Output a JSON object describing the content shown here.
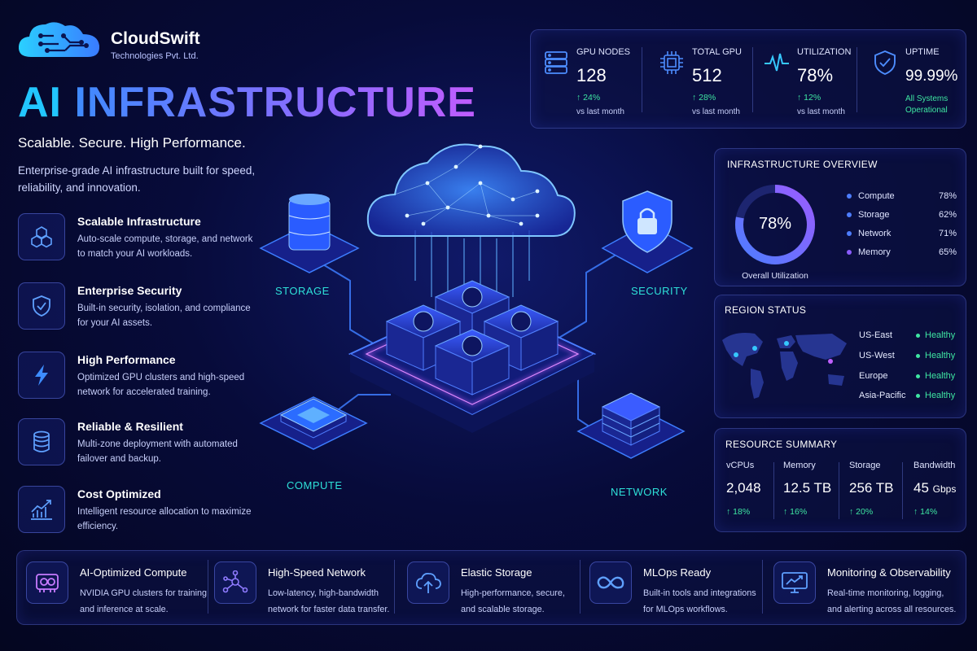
{
  "brand": {
    "name": "CloudSwift",
    "subtitle": "Technologies Pvt. Ltd."
  },
  "hero": {
    "title_a": "AI",
    "title_b": "INFRASTRUCTURE",
    "tagline": "Scalable. Secure. High Performance.",
    "description": "Enterprise-grade AI infrastructure built for speed, reliability, and innovation."
  },
  "features": [
    {
      "title": "Scalable Infrastructure",
      "desc": "Auto-scale compute, storage, and network to match your AI workloads.",
      "icon": "cubes-icon"
    },
    {
      "title": "Enterprise Security",
      "desc": "Built-in security, isolation, and compliance for your AI assets.",
      "icon": "shield-check-icon"
    },
    {
      "title": "High Performance",
      "desc": "Optimized GPU clusters and high-speed network for accelerated training.",
      "icon": "lightning-icon"
    },
    {
      "title": "Reliable & Resilient",
      "desc": "Multi-zone deployment with automated failover and backup.",
      "icon": "database-icon"
    },
    {
      "title": "Cost Optimized",
      "desc": "Intelligent resource allocation to maximize efficiency.",
      "icon": "trend-chart-icon"
    }
  ],
  "stats": [
    {
      "label": "GPU NODES",
      "value": "128",
      "change": "↑ 24%",
      "sub": "vs last month",
      "icon": "server-icon"
    },
    {
      "label": "TOTAL GPU",
      "value": "512",
      "change": "↑ 28%",
      "sub": "vs last month",
      "icon": "chip-icon"
    },
    {
      "label": "UTILIZATION",
      "value": "78%",
      "change": "↑ 12%",
      "sub": "vs last month",
      "icon": "pulse-icon"
    },
    {
      "label": "UPTIME",
      "value": "99.99%",
      "change": "All Systems",
      "sub": "Operational",
      "icon": "shield-check-icon"
    }
  ],
  "diagram": {
    "storage": "STORAGE",
    "security": "SECURITY",
    "compute": "COMPUTE",
    "network": "NETWORK"
  },
  "overview": {
    "title": "INFRASTRUCTURE OVERVIEW",
    "center_value": "78%",
    "caption": "Overall Utilization",
    "utilization": 0.78,
    "items": [
      {
        "name": "Compute",
        "pct": "78%"
      },
      {
        "name": "Storage",
        "pct": "62%"
      },
      {
        "name": "Network",
        "pct": "71%"
      },
      {
        "name": "Memory",
        "pct": "65%"
      }
    ]
  },
  "regions": {
    "title": "REGION STATUS",
    "items": [
      {
        "name": "US-East",
        "status": "Healthy"
      },
      {
        "name": "US-West",
        "status": "Healthy"
      },
      {
        "name": "Europe",
        "status": "Healthy"
      },
      {
        "name": "Asia-Pacific",
        "status": "Healthy"
      }
    ]
  },
  "resources": {
    "title": "RESOURCE SUMMARY",
    "items": [
      {
        "label": "vCPUs",
        "value": "2,048",
        "unit": "",
        "change": "↑ 18%"
      },
      {
        "label": "Memory",
        "value": "12.5 TB",
        "unit": "",
        "change": "↑ 16%"
      },
      {
        "label": "Storage",
        "value": "256 TB",
        "unit": "",
        "change": "↑ 20%"
      },
      {
        "label": "Bandwidth",
        "value": "45",
        "unit": "Gbps",
        "change": "↑ 14%"
      }
    ]
  },
  "bottom": [
    {
      "title": "AI-Optimized Compute",
      "desc": "NVIDIA GPU clusters for training and inference at scale.",
      "icon": "gpu-icon"
    },
    {
      "title": "High-Speed Network",
      "desc": "Low-latency, high-bandwidth network for faster data transfer.",
      "icon": "network-nodes-icon"
    },
    {
      "title": "Elastic Storage",
      "desc": "High-performance, secure, and scalable storage.",
      "icon": "cloud-upload-icon"
    },
    {
      "title": "MLOps Ready",
      "desc": "Built-in tools and integrations for MLOps workflows.",
      "icon": "infinity-icon"
    },
    {
      "title": "Monitoring & Observability",
      "desc": "Real-time monitoring, logging, and alerting across all resources.",
      "icon": "monitor-chart-icon"
    }
  ],
  "colors": {
    "accent_cyan": "#22c6ff",
    "accent_purple": "#8a6bff",
    "healthy_green": "#3ee6a2",
    "panel_border": "#6e82ff"
  }
}
